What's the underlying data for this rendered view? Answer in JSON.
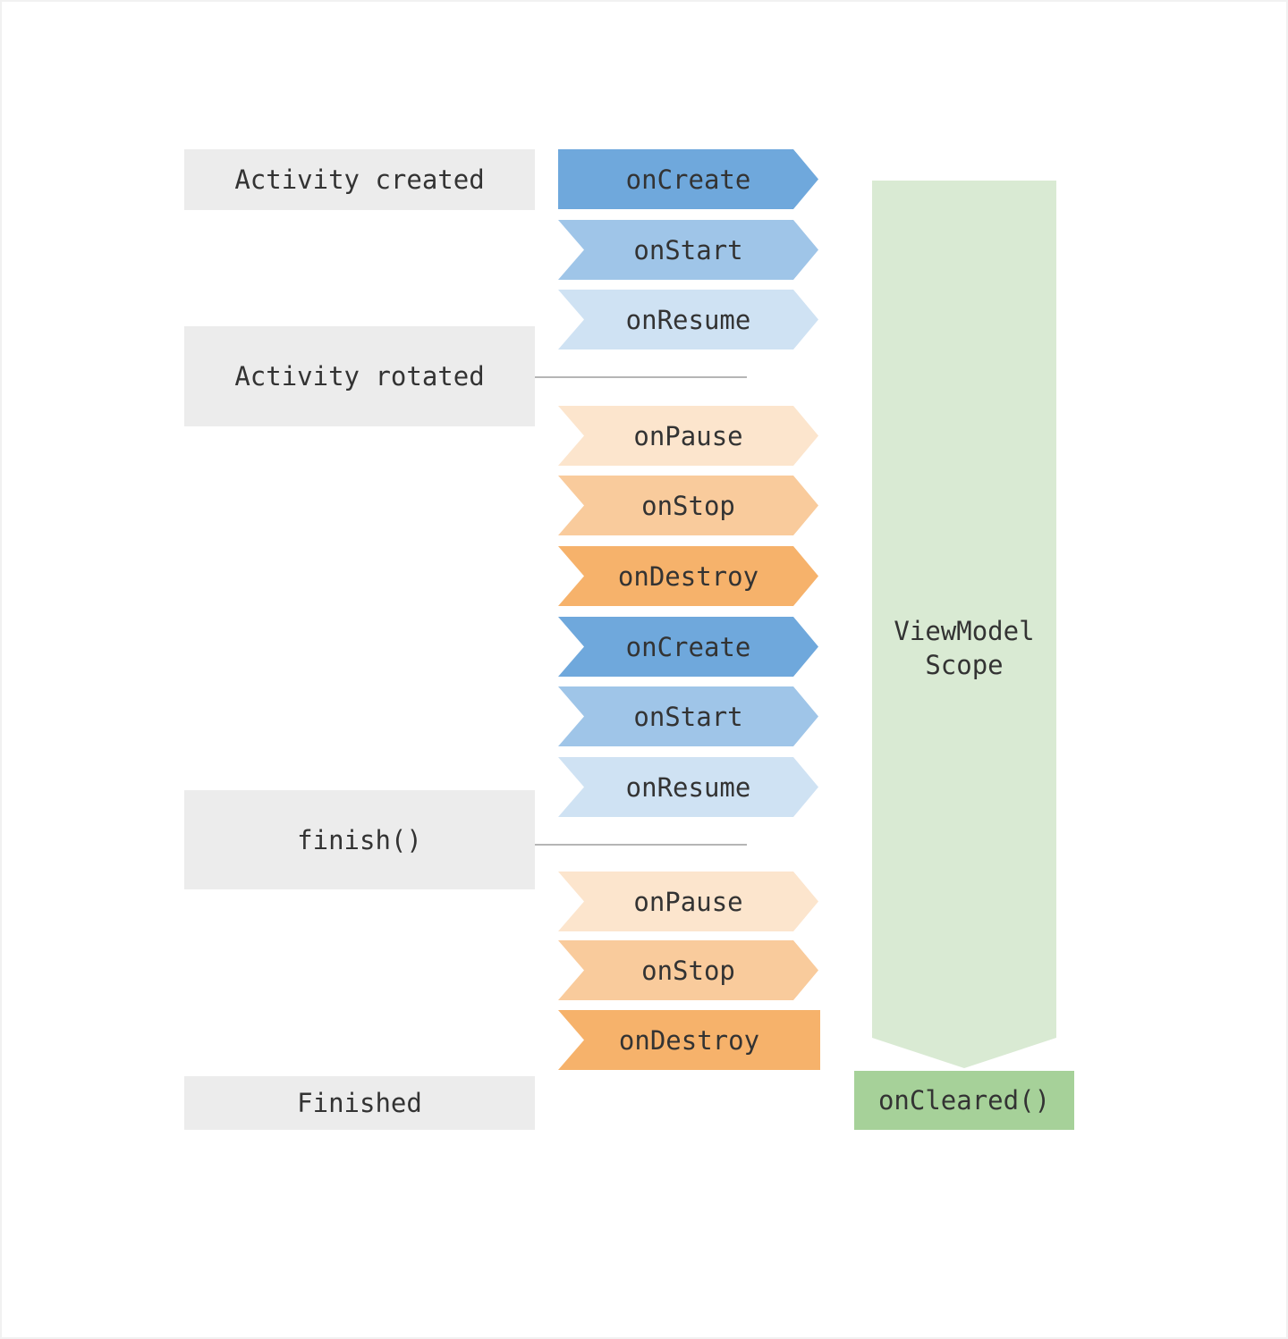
{
  "palette": {
    "blue_dark": "#6FA8DC",
    "blue_mid": "#9FC5E8",
    "blue_light": "#CFE2F3",
    "orange_light": "#FCE5CD",
    "orange_mid": "#F9CB9C",
    "orange_dark": "#F6B26B",
    "green_scope": "#D9EAD3",
    "green_cleared": "#A6D199",
    "state_box_gray": "#ECECEC",
    "text": "#333333"
  },
  "states": [
    {
      "label": "Activity created"
    },
    {
      "label": "Activity rotated"
    },
    {
      "label": "finish()"
    },
    {
      "label": "Finished"
    }
  ],
  "lifecycle_arrows": [
    {
      "label": "onCreate"
    },
    {
      "label": "onStart"
    },
    {
      "label": "onResume"
    },
    {
      "label": "onPause"
    },
    {
      "label": "onStop"
    },
    {
      "label": "onDestroy"
    },
    {
      "label": "onCreate"
    },
    {
      "label": "onStart"
    },
    {
      "label": "onResume"
    },
    {
      "label": "onPause"
    },
    {
      "label": "onStop"
    },
    {
      "label": "onDestroy"
    }
  ],
  "viewmodel_scope": {
    "label_line1": "ViewModel",
    "label_line2": "Scope",
    "on_cleared_label": "onCleared()"
  }
}
